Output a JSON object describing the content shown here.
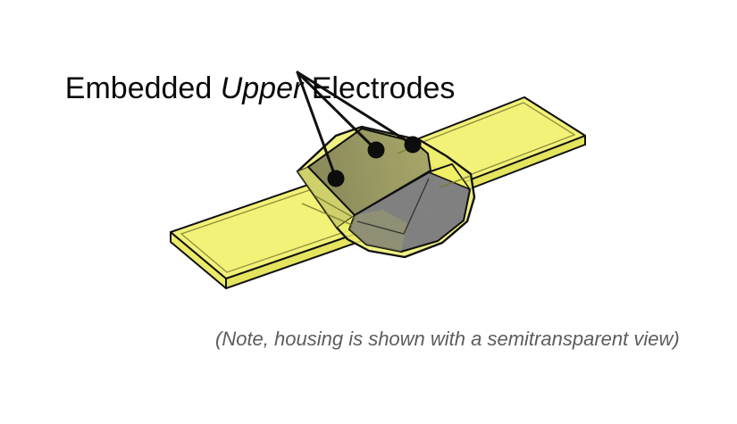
{
  "figure": {
    "callout": {
      "title_prefix": "Embedded ",
      "title_emphasis": "Upper",
      "title_suffix": " Electrodes",
      "electrode_count": 3
    },
    "note_text": "(Note, housing is shown with a semitransparent view)",
    "colors": {
      "page_bg": "#ffffff",
      "wing_top": "#f2f178",
      "wing_side": "#e4e45e",
      "wing_end": "#ebeb68",
      "housing_rim": "#eded6d",
      "housing_wall": "#cfcf6b",
      "plateau_dark": "#a2a26b",
      "plateau_light": "#c8c87e",
      "cavity_gray": "#ababab",
      "cavity_tint": "#d6d68a",
      "wedge_yellow": "#f0ef65",
      "outline": "#111111",
      "electrode": "#0d0d0d",
      "detail_line": "#77772c",
      "title_color": "#0a0a0a",
      "note_color": "#5c5c5c"
    }
  }
}
